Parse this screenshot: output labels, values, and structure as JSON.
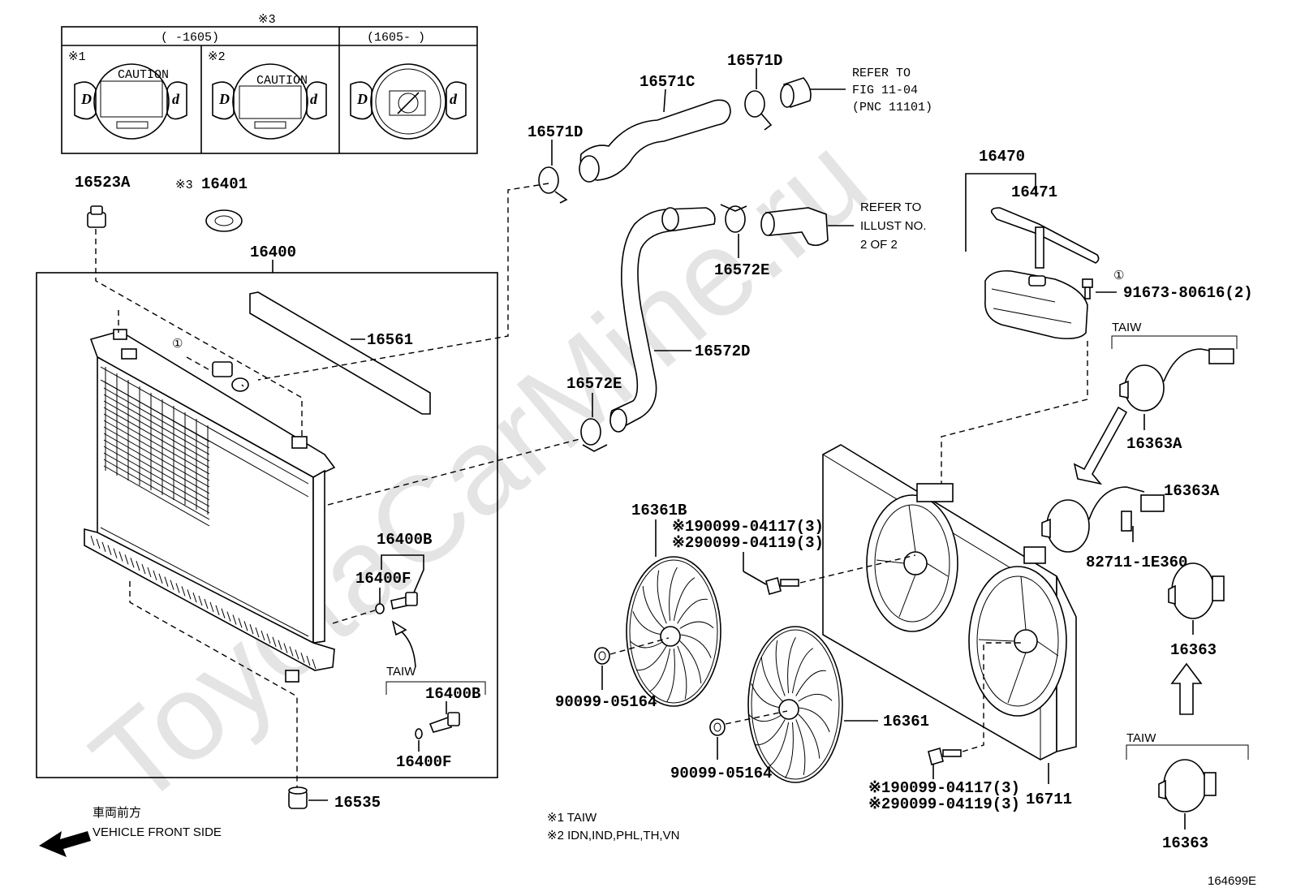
{
  "watermark": "ToyotaCarMine.ru",
  "cap_table": {
    "header_note": "※3",
    "col_left_header": "(      -1605)",
    "col_right_header": "(1605-      )",
    "cell1_note": "※1",
    "cell2_note": "※2",
    "caution_text": "CAUTION"
  },
  "parts": {
    "p16523A": "16523A",
    "p16401_note": "※3",
    "p16401": "16401",
    "p16400": "16400",
    "p16561": "16561",
    "p16571D_a": "16571D",
    "p16571D_b": "16571D",
    "p16571C": "16571C",
    "p16572E_a": "16572E",
    "p16572E_b": "16572E",
    "p16572D": "16572D",
    "p16470": "16470",
    "p16471": "16471",
    "p91673": "91673-80616(2)",
    "p16363A_a": "16363A",
    "p16363A_b": "16363A",
    "p82711": "82711-1E360",
    "p16363_a": "16363",
    "p16363_b": "16363",
    "p16361B": "16361B",
    "p16361": "16361",
    "p16711": "16711",
    "p16400B_a": "16400B",
    "p16400F_a": "16400F",
    "p16400B_b": "16400B",
    "p16400F_b": "16400F",
    "p16535": "16535",
    "p90099_a": "90099-05164",
    "p90099_b": "90099-05164",
    "bolt_a1": "※190099-04117(3)",
    "bolt_a2": "※290099-04119(3)",
    "bolt_b1": "※190099-04117(3)",
    "bolt_b2": "※290099-04119(3)",
    "circle_ref": "①"
  },
  "refs": {
    "fig_line1": "REFER TO",
    "fig_line2": "FIG 11-04",
    "fig_line3": "(PNC 11101)",
    "illust_line1": "REFER TO",
    "illust_line2": "ILLUST NO.",
    "illust_line3": "2 OF 2"
  },
  "taiw_labels": {
    "taiw_a": "TAIW",
    "taiw_b": "TAIW",
    "taiw_c": "TAIW"
  },
  "footnotes": {
    "note1": "※1 TAIW",
    "note2": "※2 IDN,IND,PHL,TH,VN"
  },
  "front": {
    "jp": "車両前方",
    "en": "VEHICLE FRONT SIDE"
  },
  "figure_code": "164699E"
}
